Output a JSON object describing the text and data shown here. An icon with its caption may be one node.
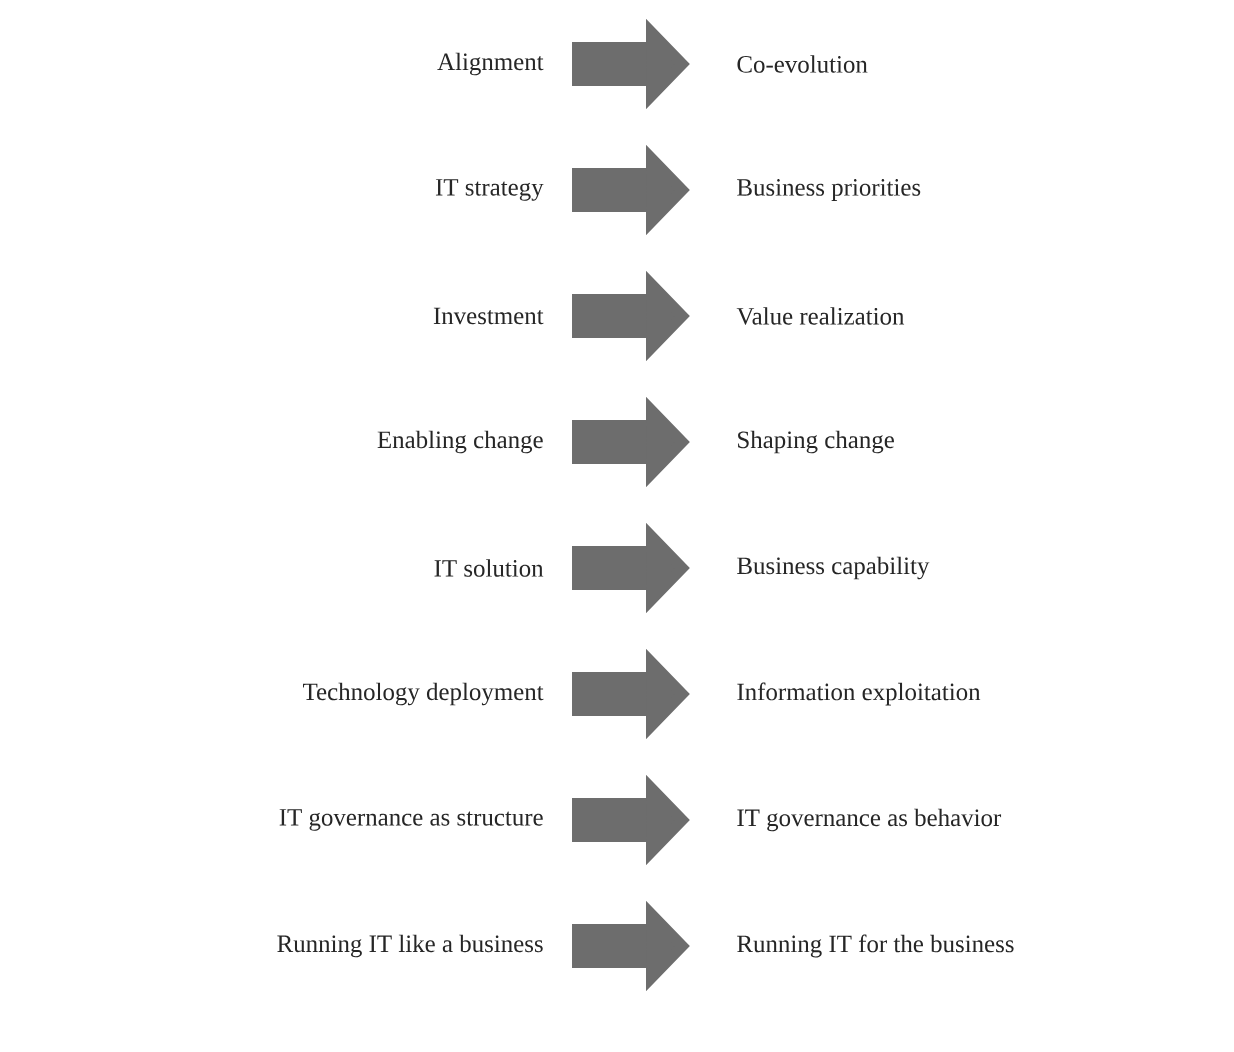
{
  "diagram": {
    "nodes": [
      {
        "text": [
          "Alignment"
        ]
      },
      {
        "text": [
          "Co-evolution"
        ]
      },
      {
        "text": [
          "IT strategy"
        ]
      },
      {
        "text": [
          "Business priorities"
        ]
      },
      {
        "text": [
          "Investment"
        ]
      },
      {
        "text": [
          "Value realization"
        ]
      },
      {
        "text": [
          "Enabling change"
        ]
      },
      {
        "text": [
          "Shaping change"
        ]
      },
      {
        "text": [
          "IT solution"
        ]
      },
      {
        "text": [
          "Business capability"
        ]
      },
      {
        "text": [
          "Technology deployment"
        ]
      },
      {
        "text": [
          "Information exploitation"
        ]
      },
      {
        "text": [
          "IT governance as structure"
        ]
      },
      {
        "text": [
          "IT governance as behavior"
        ]
      },
      {
        "text": [
          "Running IT like a business"
        ]
      },
      {
        "text": [
          "Running IT for the business"
        ]
      }
    ],
    "edges": [
      {
        "from": 0,
        "to": 1,
        "arrow": "to"
      },
      {
        "from": 2,
        "to": 3,
        "arrow": "to"
      },
      {
        "from": 4,
        "to": 5,
        "arrow": "to"
      },
      {
        "from": 6,
        "to": 7,
        "arrow": "to"
      },
      {
        "from": 8,
        "to": 9,
        "arrow": "to"
      },
      {
        "from": 10,
        "to": 11,
        "arrow": "to"
      },
      {
        "from": 12,
        "to": 13,
        "arrow": "to"
      },
      {
        "from": 14,
        "to": 15,
        "arrow": "to"
      }
    ]
  }
}
